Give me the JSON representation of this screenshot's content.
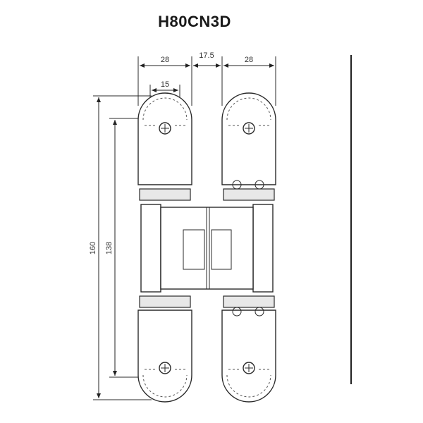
{
  "title": "H80CN3D",
  "dimensions": {
    "leaf_width_left": "28",
    "gap": "17.5",
    "leaf_width_right": "28",
    "hole_spacing": "15",
    "total_height": "160",
    "screw_distance": "138"
  },
  "colors": {
    "line": "#2a2a2a",
    "background": "#ffffff"
  }
}
